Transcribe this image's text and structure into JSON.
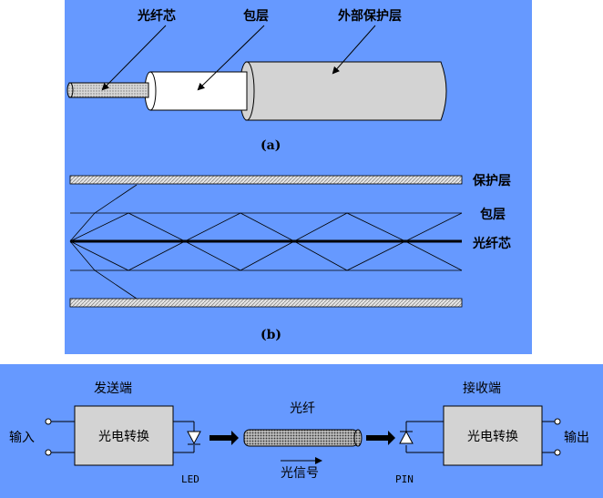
{
  "figure_a": {
    "labels": {
      "core": "光纤芯",
      "cladding": "包层",
      "jacket": "外部保护层"
    },
    "caption": "(a)"
  },
  "figure_b": {
    "labels": {
      "protective": "保护层",
      "cladding": "包层",
      "core": "光纤芯"
    },
    "caption": "(b)"
  },
  "system": {
    "transmitter_label": "发送端",
    "receiver_label": "接收端",
    "converter_left": "光电转换",
    "converter_right": "光电转换",
    "input_label": "输入",
    "output_label": "输出",
    "fiber_label": "光纤",
    "signal_label": "光信号",
    "led_label": "LED",
    "pin_label": "PIN"
  },
  "colors": {
    "panel_blue": "#6699FF",
    "cladding_white": "#FFFFFF",
    "jacket_gray": "#D3D3D3"
  }
}
